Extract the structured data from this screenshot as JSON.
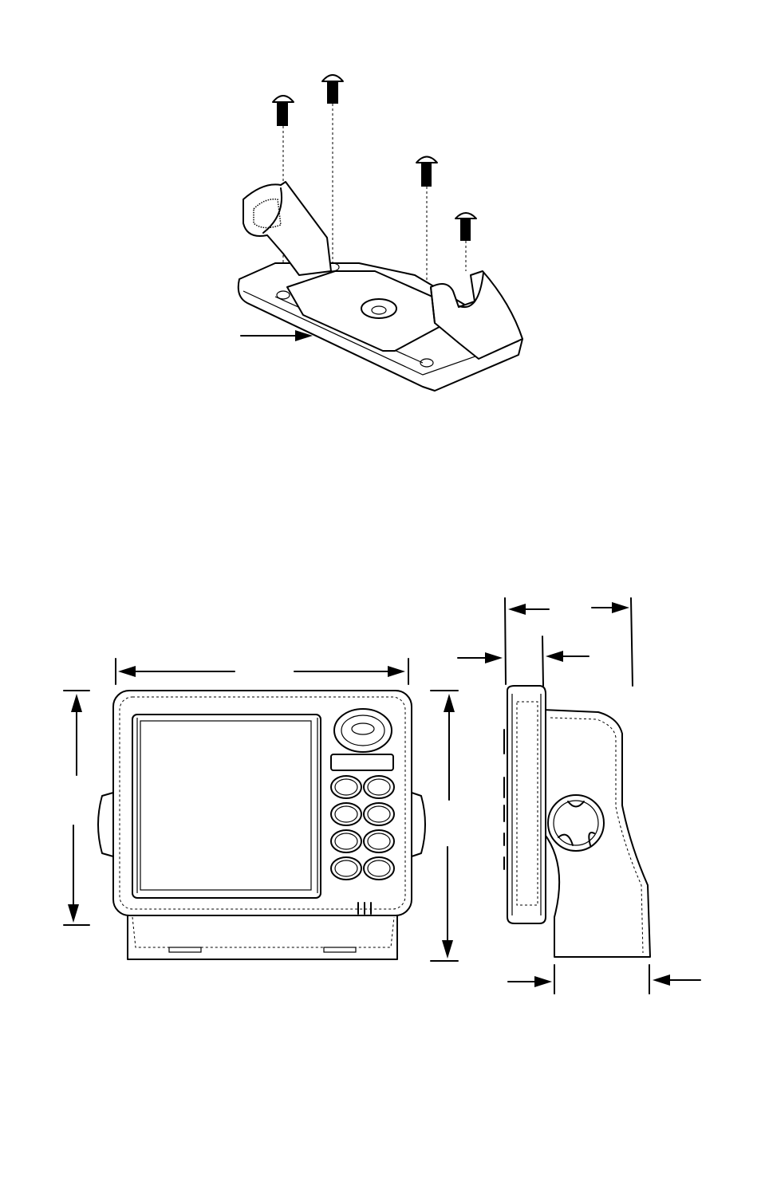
{
  "figure": {
    "bracket_assembly": {
      "parts": [
        "mounting-screw",
        "mounting-screw",
        "mounting-screw",
        "mounting-screw",
        "gimbal-bracket"
      ]
    },
    "unit_front_view": {
      "keypad_buttons": 8
    },
    "unit_side_view": {}
  }
}
